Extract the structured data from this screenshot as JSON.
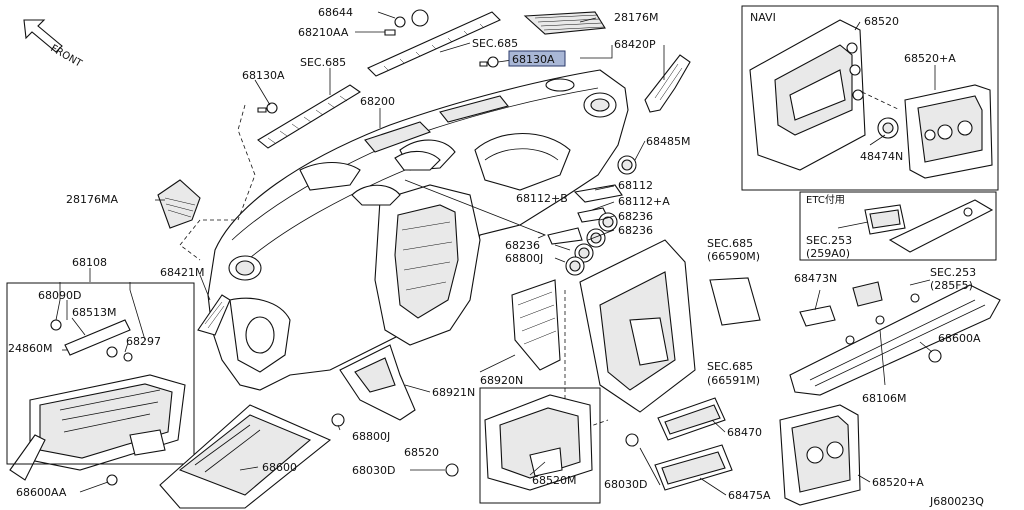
{
  "diagram_code": "J680023Q",
  "front_label": "FRONT",
  "navi_label": "NAVI",
  "etc_label": "ETC付用",
  "highlight_color": "#a9b7d6",
  "labels": {
    "p68644": "68644",
    "p68210AA": "68210AA",
    "p28176M": "28176M",
    "sec685_top": "SEC.685",
    "p68130A_top": "68130A",
    "p68420P": "68420P",
    "p68130A_left": "68130A",
    "sec685_left": "SEC.685",
    "p68200": "68200",
    "p68485M": "68485M",
    "p28176MA": "28176MA",
    "p68112": "68112",
    "p68112B": "68112+B",
    "p68112A": "68112+A",
    "p68236_a": "68236",
    "p68236_b": "68236",
    "p68236_c": "68236",
    "p68800J_a": "68800J",
    "sec685_66590": "SEC.685",
    "code_66590": "(66590M)",
    "p68108": "68108",
    "p68421M": "68421M",
    "p68090D": "68090D",
    "p68513M": "68513M",
    "p68297": "68297",
    "p24860M": "24860M",
    "p68920N": "68920N",
    "sec685_66591": "SEC.685",
    "code_66591": "(66591M)",
    "p68921N": "68921N",
    "p68800J_b": "68800J",
    "p68520_main": "68520",
    "p68470": "68470",
    "p68030D_a": "68030D",
    "p68030D_b": "68030D",
    "p68520M": "68520M",
    "p68475A": "68475A",
    "p68600": "68600",
    "p68600AA": "68600AA",
    "p68520_navi": "68520",
    "p68520A_navi": "68520+A",
    "p48474N": "48474N",
    "sec253_a": "SEC.253",
    "code_259A0": "(259A0)",
    "sec253_b": "SEC.253",
    "code_285F5": "(285F5)",
    "p68473N": "68473N",
    "p68600A": "68600A",
    "p68106M": "68106M",
    "p68520A_bottom": "68520+A"
  }
}
